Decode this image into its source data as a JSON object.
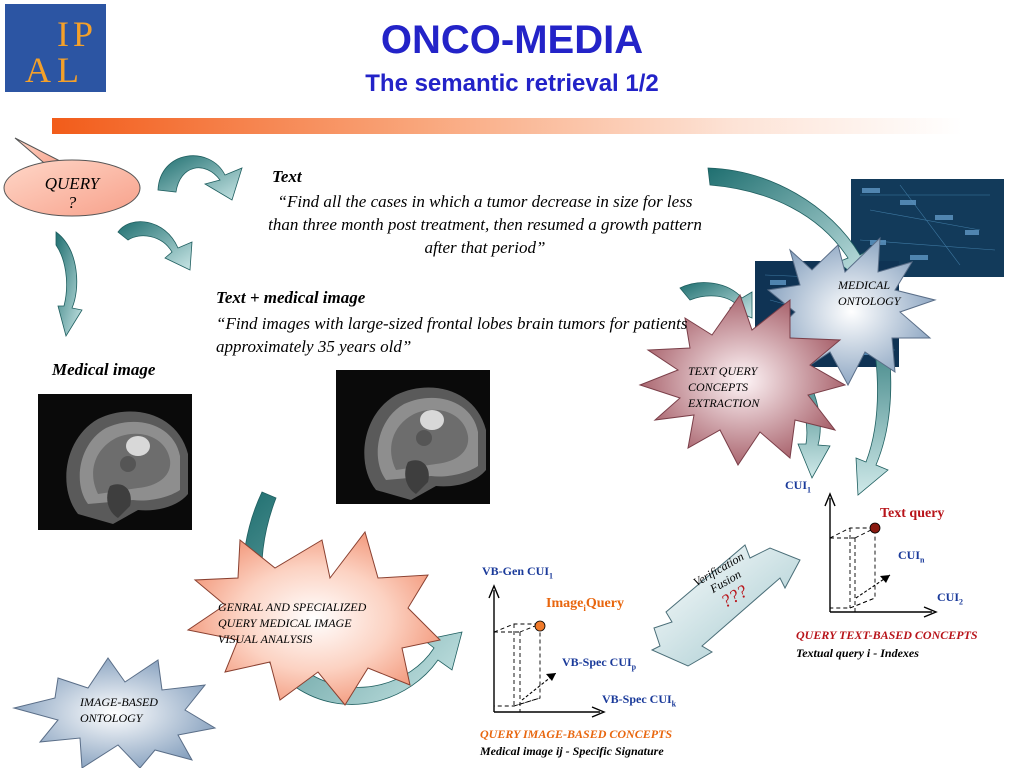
{
  "logo": {
    "letters": [
      "I",
      "P",
      "A",
      "L"
    ]
  },
  "header": {
    "title": "ONCO-MEDIA",
    "subtitle": "The semantic retrieval 1/2"
  },
  "query_bubble": {
    "line1": "QUERY",
    "line2": "?"
  },
  "text_query": {
    "heading": "Text",
    "example": "“Find all the cases in which a tumor decrease in size for less than three month post treatment, then resumed a growth pattern after that period”"
  },
  "text_image_query": {
    "heading": "Text + medical image",
    "example": "“Find images with large-sized frontal lobes brain tumors for patients approximately 35 years old”"
  },
  "medical_image_label": "Medical image",
  "bursts": {
    "medical_ontology": {
      "line1": "MEDICAL",
      "line2": "ONTOLOGY"
    },
    "text_query_extraction": {
      "line1": "TEXT QUERY",
      "line2": "CONCEPTS",
      "line3": "EXTRACTION"
    },
    "visual_analysis": {
      "line1": "GENRAL AND SPECIALIZED",
      "line2": "QUERY MEDICAL IMAGE",
      "line3": "VISUAL ANALYSIS"
    },
    "image_ontology": {
      "line1": "IMAGE-BASED",
      "line2": "ONTOLOGY"
    }
  },
  "verification": {
    "line1": "Verification",
    "line2": "Fusion",
    "line3": "???"
  },
  "text_concept_space": {
    "axis_y": "CUI",
    "axis_y_sub": "1",
    "axis_x": "CUI",
    "axis_x_sub": "2",
    "axis_z": "CUI",
    "axis_z_sub": "n",
    "point_label": "Text query",
    "caption": "QUERY TEXT-BASED CONCEPTS",
    "subcaption": "Textual query i - Indexes"
  },
  "image_concept_space": {
    "axis_y": "VB-Gen CUI",
    "axis_y_sub": "1",
    "axis_x": "VB-Spec CUI",
    "axis_x_sub": "k",
    "axis_z": "VB-Spec CUI",
    "axis_z_sub": "p",
    "point_label_a": "Image",
    "point_label_sub": "i",
    "point_label_b": "Query",
    "caption": "QUERY IMAGE-BASED CONCEPTS",
    "subcaption": "Medical image ij - Specific Signature"
  },
  "colors": {
    "title": "#2323c8",
    "accent_orange": "#e8660e",
    "accent_red": "#b8141a",
    "teal": "#2a7f7f"
  }
}
